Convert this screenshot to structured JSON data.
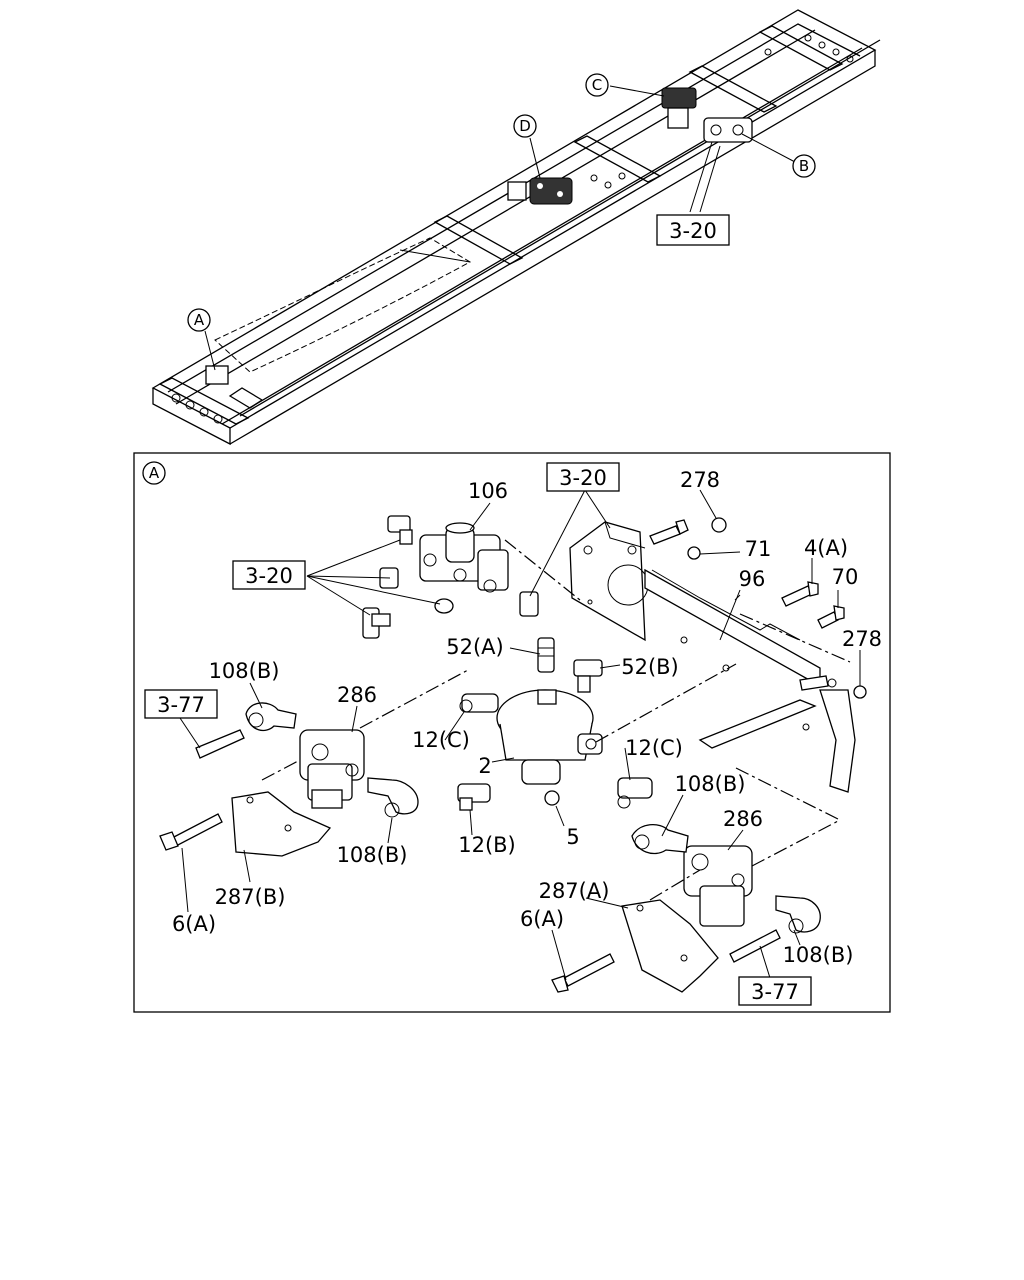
{
  "overview": {
    "callouts": {
      "a": "A",
      "b": "B",
      "c": "C",
      "d": "D"
    },
    "ref_3_20": "3-20"
  },
  "detail": {
    "view_marker": "A",
    "refs": {
      "r320_top": "3-20",
      "r320_left": "3-20",
      "r377_left": "3-77",
      "r377_right": "3-77"
    },
    "labels": {
      "p106": "106",
      "p278a": "278",
      "p71": "71",
      "p4a": "4(A)",
      "p96": "96",
      "p70": "70",
      "p278b": "278",
      "p52a": "52(A)",
      "p52b": "52(B)",
      "p108b1": "108(B)",
      "p286a": "286",
      "p12c1": "12(C)",
      "p12c2": "12(C)",
      "p2": "2",
      "p108b2": "108(B)",
      "p286b": "286",
      "p12b": "12(B)",
      "p5": "5",
      "p108b3": "108(B)",
      "p287b": "287(B)",
      "p6a1": "6(A)",
      "p287a": "287(A)",
      "p6a2": "6(A)",
      "p108b4": "108(B)"
    }
  }
}
